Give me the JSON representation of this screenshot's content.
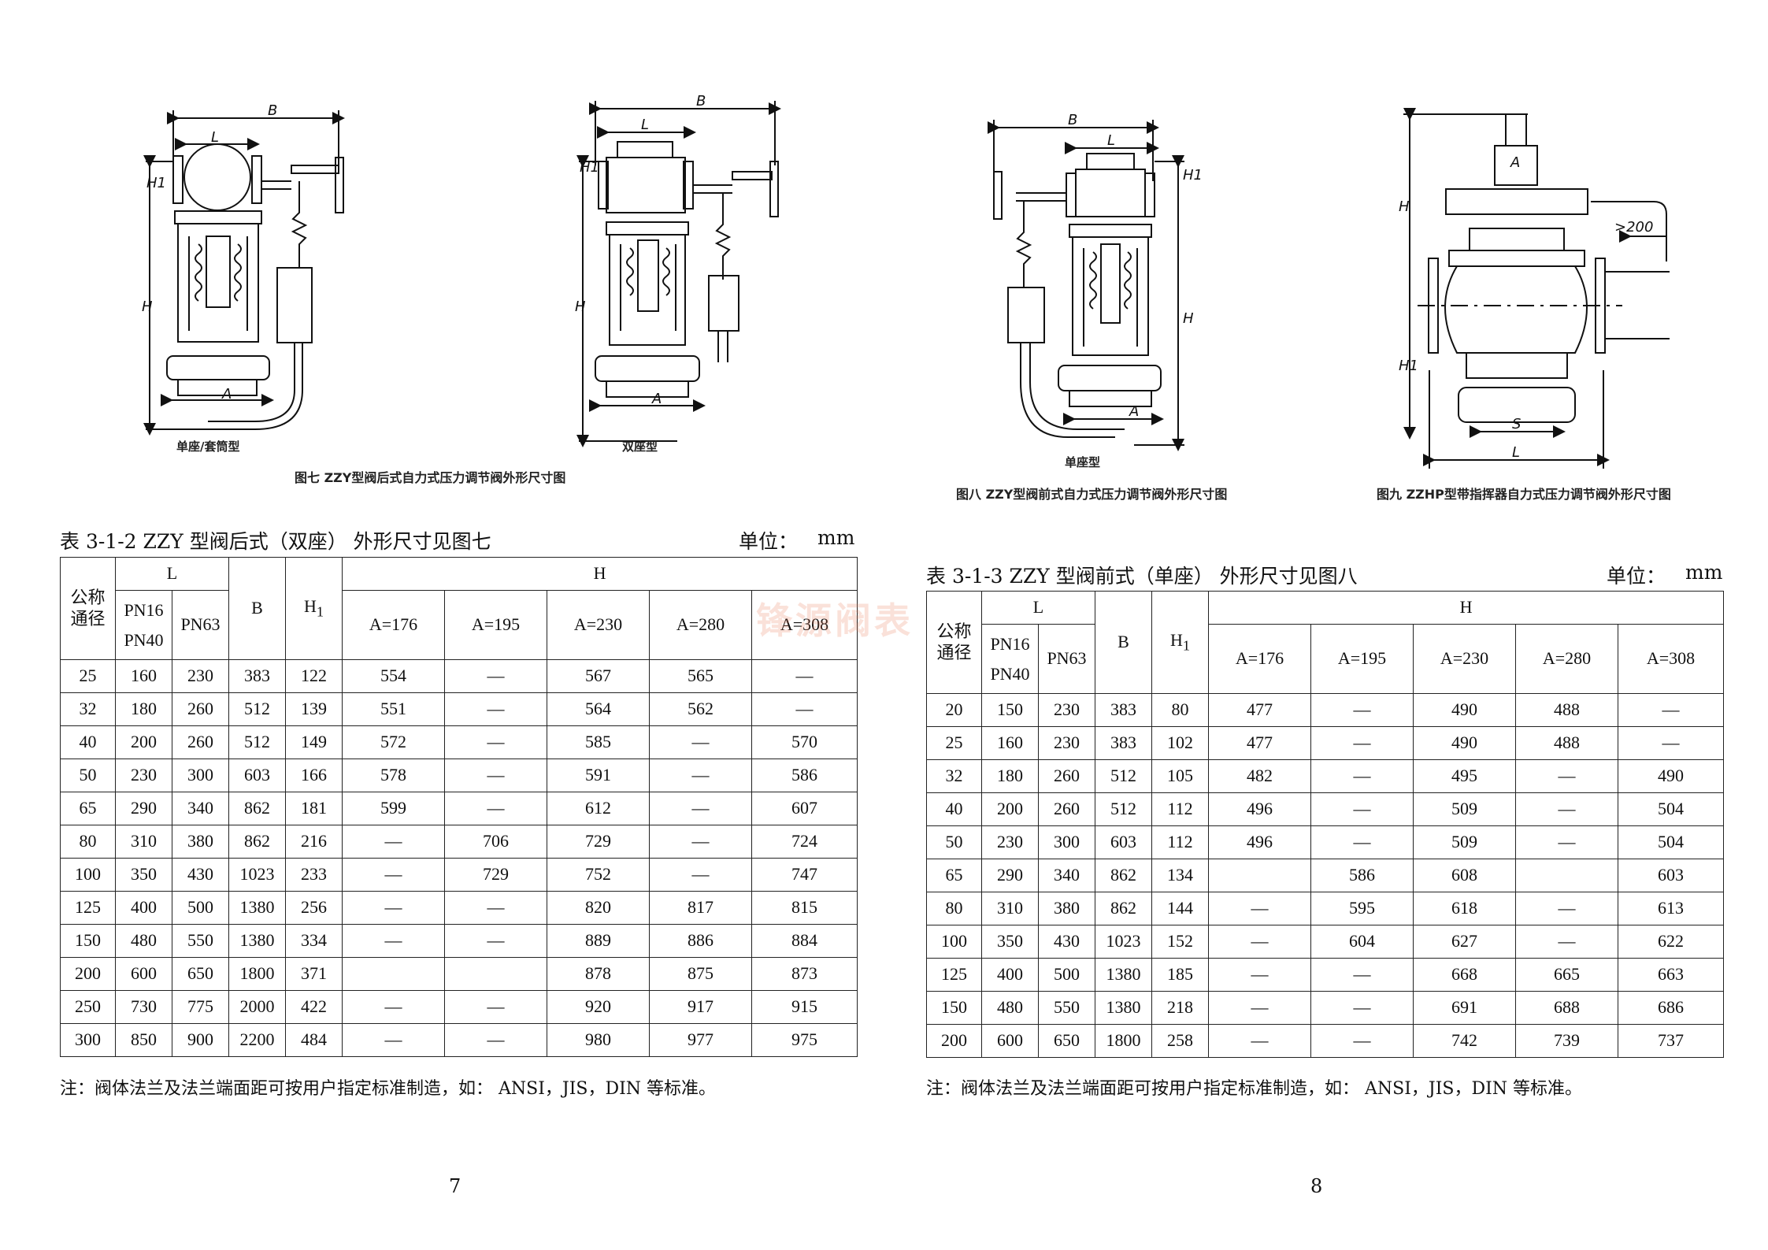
{
  "figures": {
    "fig7": {
      "caption": "图七 ZZY型阀后式自力式压力调节阀外形尺寸图",
      "sub_left": "单座/套筒型",
      "sub_right": "双座型"
    },
    "fig8": {
      "caption": "图八 ZZY型阀前式自力式压力调节阀外形尺寸图",
      "sub": "单座型"
    },
    "fig9": {
      "caption": "图九 ZZHP型带指挥器自力式压力调节阀外形尺寸图",
      "dim_200": ">200"
    },
    "dim_labels": {
      "B": "B",
      "L": "L",
      "H": "H",
      "H1": "H1",
      "A": "A",
      "S": "S"
    }
  },
  "watermark": "锋源阀表",
  "table1": {
    "title": "表 3-1-2 ZZY 型阀后式（双座） 外形尺寸见图七",
    "unit_label": "单位：",
    "unit": "mm",
    "headers": {
      "nominal": "公称通径",
      "L": "L",
      "pn16": "PN16",
      "pn40": "PN40",
      "pn63": "PN63",
      "B": "B",
      "H1": "H",
      "H1_sub": "1",
      "H": "H",
      "a_cols": [
        "A=176",
        "A=195",
        "A=230",
        "A=280",
        "A=308"
      ]
    },
    "rows": [
      [
        "25",
        "160",
        "230",
        "383",
        "122",
        "554",
        "—",
        "567",
        "565",
        "—"
      ],
      [
        "32",
        "180",
        "260",
        "512",
        "139",
        "551",
        "—",
        "564",
        "562",
        "—"
      ],
      [
        "40",
        "200",
        "260",
        "512",
        "149",
        "572",
        "—",
        "585",
        "—",
        "570"
      ],
      [
        "50",
        "230",
        "300",
        "603",
        "166",
        "578",
        "—",
        "591",
        "—",
        "586"
      ],
      [
        "65",
        "290",
        "340",
        "862",
        "181",
        "599",
        "—",
        "612",
        "—",
        "607"
      ],
      [
        "80",
        "310",
        "380",
        "862",
        "216",
        "—",
        "706",
        "729",
        "—",
        "724"
      ],
      [
        "100",
        "350",
        "430",
        "1023",
        "233",
        "—",
        "729",
        "752",
        "—",
        "747"
      ],
      [
        "125",
        "400",
        "500",
        "1380",
        "256",
        "—",
        "—",
        "820",
        "817",
        "815"
      ],
      [
        "150",
        "480",
        "550",
        "1380",
        "334",
        "—",
        "—",
        "889",
        "886",
        "884"
      ],
      [
        "200",
        "600",
        "650",
        "1800",
        "371",
        "",
        "",
        "878",
        "875",
        "873"
      ],
      [
        "250",
        "730",
        "775",
        "2000",
        "422",
        "—",
        "—",
        "920",
        "917",
        "915"
      ],
      [
        "300",
        "850",
        "900",
        "2200",
        "484",
        "—",
        "—",
        "980",
        "977",
        "975"
      ]
    ],
    "note": "注：阀体法兰及法兰端面距可按用户指定标准制造，如： ANSI，JIS，DIN 等标准。",
    "page": "7"
  },
  "table2": {
    "title": "表 3-1-3 ZZY 型阀前式（单座） 外形尺寸见图八",
    "unit_label": "单位：",
    "unit": "mm",
    "headers": {
      "nominal": "公称通径",
      "L": "L",
      "pn16": "PN16",
      "pn40": "PN40",
      "pn63": "PN63",
      "B": "B",
      "H1": "H",
      "H1_sub": "1",
      "H": "H",
      "a_cols": [
        "A=176",
        "A=195",
        "A=230",
        "A=280",
        "A=308"
      ]
    },
    "rows": [
      [
        "20",
        "150",
        "230",
        "383",
        "80",
        "477",
        "—",
        "490",
        "488",
        "—"
      ],
      [
        "25",
        "160",
        "230",
        "383",
        "102",
        "477",
        "—",
        "490",
        "488",
        "—"
      ],
      [
        "32",
        "180",
        "260",
        "512",
        "105",
        "482",
        "—",
        "495",
        "—",
        "490"
      ],
      [
        "40",
        "200",
        "260",
        "512",
        "112",
        "496",
        "—",
        "509",
        "—",
        "504"
      ],
      [
        "50",
        "230",
        "300",
        "603",
        "112",
        "496",
        "—",
        "509",
        "—",
        "504"
      ],
      [
        "65",
        "290",
        "340",
        "862",
        "134",
        "",
        "586",
        "608",
        "",
        "603"
      ],
      [
        "80",
        "310",
        "380",
        "862",
        "144",
        "—",
        "595",
        "618",
        "—",
        "613"
      ],
      [
        "100",
        "350",
        "430",
        "1023",
        "152",
        "—",
        "604",
        "627",
        "—",
        "622"
      ],
      [
        "125",
        "400",
        "500",
        "1380",
        "185",
        "—",
        "—",
        "668",
        "665",
        "663"
      ],
      [
        "150",
        "480",
        "550",
        "1380",
        "218",
        "—",
        "—",
        "691",
        "688",
        "686"
      ],
      [
        "200",
        "600",
        "650",
        "1800",
        "258",
        "—",
        "—",
        "742",
        "739",
        "737"
      ]
    ],
    "note": "注：阀体法兰及法兰端面距可按用户指定标准制造，如： ANSI，JIS，DIN 等标准。",
    "page": "8"
  }
}
